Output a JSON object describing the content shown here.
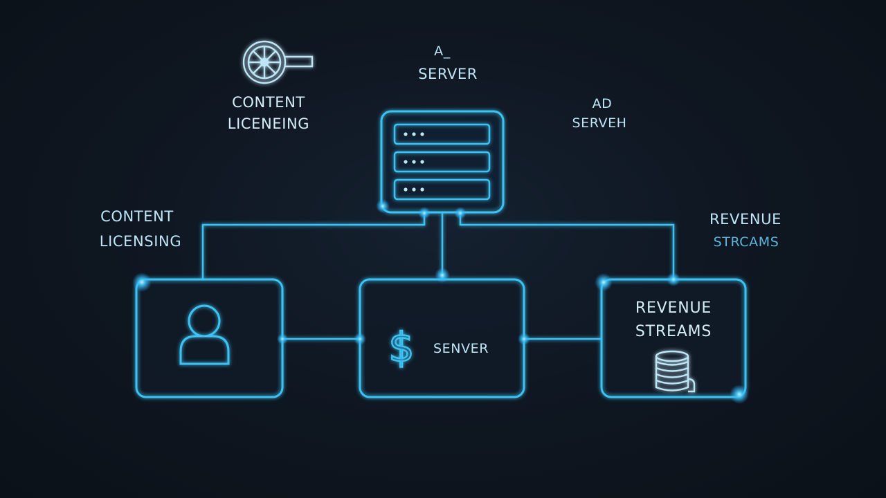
{
  "colors": {
    "background": "#0f1620",
    "line": "#3ec3f3",
    "glow": "#2aa8ff",
    "text": "#bfe6f6",
    "text_dim": "#5fb6dd"
  },
  "labels": {
    "top_center_line1": "A_",
    "top_center_line2": "SERVER",
    "top_left_line1": "CONTENT",
    "top_left_line2": "LICENEING",
    "top_right_line1": "AD",
    "top_right_line2": "SERVEH",
    "mid_left_line1": "CONTENT",
    "mid_left_line2": "LICENSING",
    "mid_right_line1": "REVENUE",
    "mid_right_line2": "STRCAMS"
  },
  "boxes": {
    "server_top": {
      "icon": "server-rack-icon"
    },
    "user_box": {
      "icon": "user-icon"
    },
    "center_box": {
      "icon": "dollar-icon",
      "label": "SENVER"
    },
    "right_box": {
      "icon": "coin-stack-icon",
      "line1": "REVENUE",
      "line2": "STREAMS"
    }
  },
  "icons": {
    "top_left": "film-reel-icon"
  }
}
